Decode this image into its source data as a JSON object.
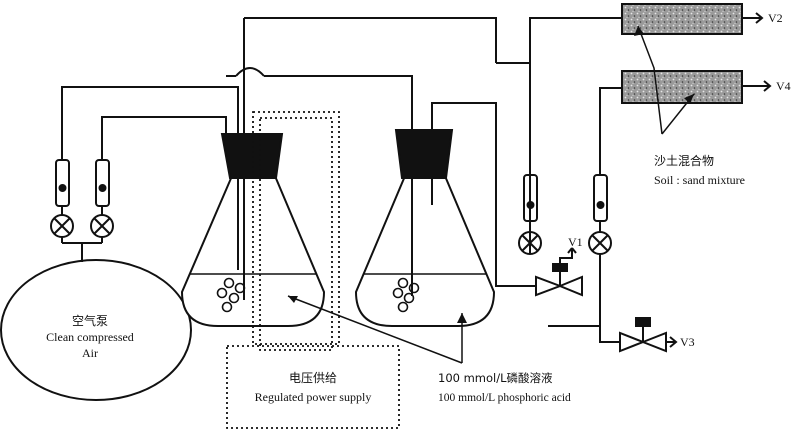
{
  "diagram": {
    "air_pump": {
      "label_cn": "空气泵",
      "label_en_line1": "Clean compressed",
      "label_en_line2": "Air"
    },
    "power_supply": {
      "label_cn": "电压供给",
      "label_en": "Regulated power supply"
    },
    "electrolyte": {
      "label_cn": "100 mmol/L磷酸溶液",
      "label_en": "100 mmol/L phosphoric acid"
    },
    "soil_column": {
      "label_cn": "沙土混合物",
      "label_en": "Soil : sand mixture"
    },
    "valves": {
      "v1": "V1",
      "v2": "V2",
      "v3": "V3",
      "v4": "V4"
    }
  }
}
